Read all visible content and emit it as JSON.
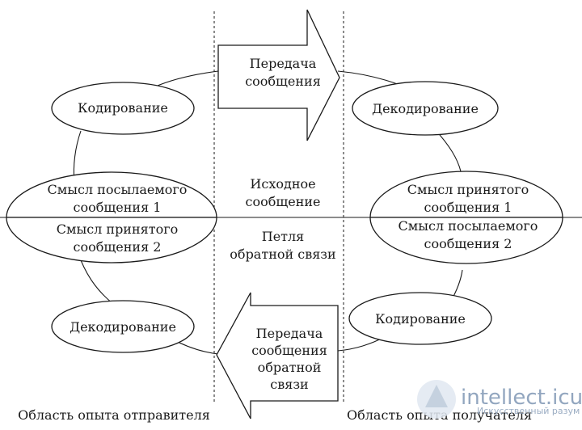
{
  "arrows": {
    "top": [
      "Передача",
      "сообщения"
    ],
    "bottom": [
      "Передача",
      "сообщения",
      "обратной",
      "связи"
    ]
  },
  "center": {
    "upper": [
      "Исходное",
      "сообщение"
    ],
    "lower": [
      "Петля",
      "обратной связи"
    ]
  },
  "sender": {
    "encode": "Кодирование",
    "meaning_top": [
      "Смысл посылаемого",
      "сообщения 1"
    ],
    "meaning_bottom": [
      "Смысл принятого",
      "сообщения 2"
    ],
    "decode": "Декодирование",
    "area": "Область опыта отправителя"
  },
  "receiver": {
    "decode": "Декодирование",
    "meaning_top": [
      "Смысл принятого",
      "сообщения 1"
    ],
    "meaning_bottom": [
      "Смысл посылаемого",
      "сообщения 2"
    ],
    "encode": "Кодирование",
    "area": "Область опыта получателя"
  },
  "watermark": {
    "brand": "intellect.icu",
    "tagline": "Искусственный разум"
  }
}
